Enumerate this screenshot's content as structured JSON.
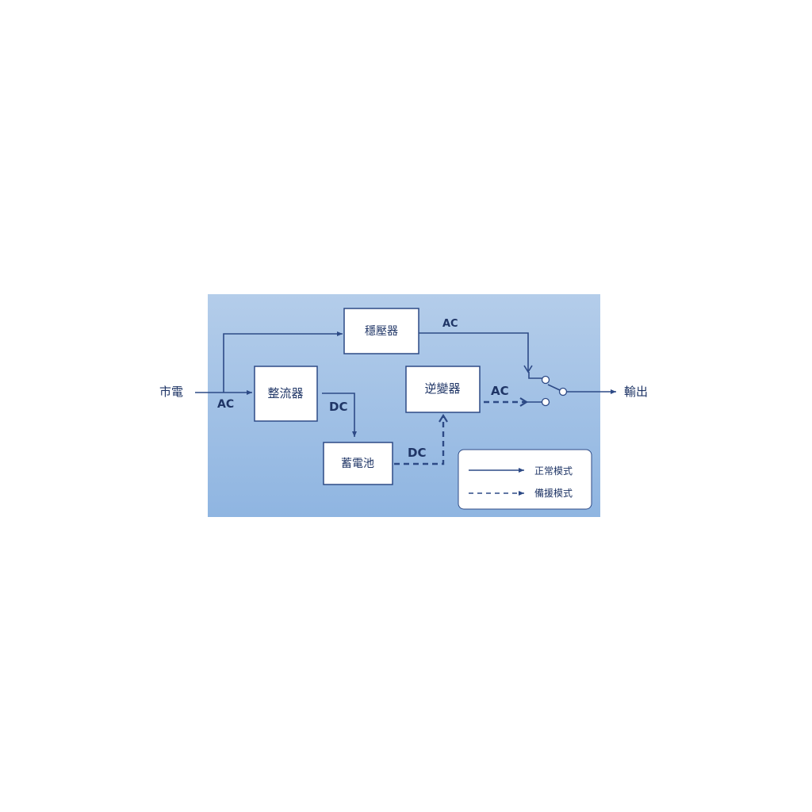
{
  "diagram": {
    "input_label": "市電",
    "output_label": "輸出",
    "blocks": {
      "stabilizer": "穩壓器",
      "rectifier": "整流器",
      "inverter": "逆變器",
      "battery": "蓄電池"
    },
    "signals": {
      "input_ac": "AC",
      "rectifier_dc": "DC",
      "stabilizer_ac": "AC",
      "inverter_ac": "AC",
      "battery_dc": "DC"
    },
    "legend": {
      "normal": "正常模式",
      "backup": "備援模式"
    },
    "colors": {
      "line": "#2d4a86",
      "panel_top": "#b4cdea",
      "panel_bottom": "#8fb5e1"
    }
  }
}
